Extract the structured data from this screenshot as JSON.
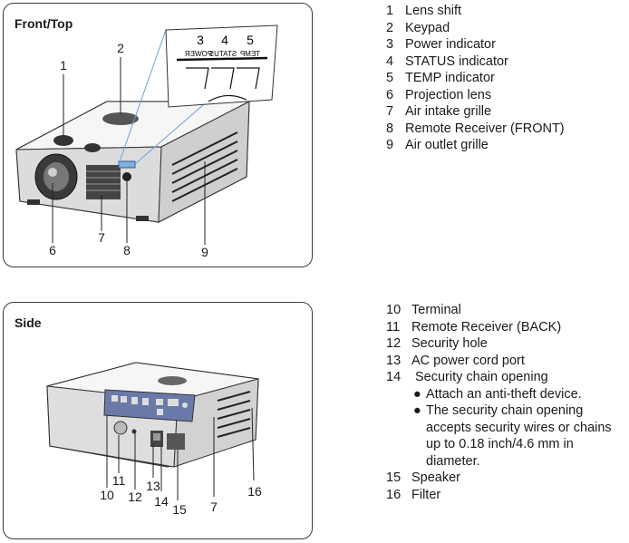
{
  "front": {
    "title": "Front/Top",
    "callouts": [
      "1",
      "2",
      "6",
      "7",
      "8",
      "9"
    ],
    "inset": {
      "numbers": [
        "3",
        "4",
        "5"
      ],
      "labels": [
        "POWER",
        "STATUS",
        "TEMP"
      ]
    },
    "legend": [
      {
        "num": "1",
        "text": "Lens shift"
      },
      {
        "num": "2",
        "text": "Keypad"
      },
      {
        "num": "3",
        "text": "Power indicator"
      },
      {
        "num": "4",
        "text": "STATUS indicator"
      },
      {
        "num": "5",
        "text": "TEMP indicator"
      },
      {
        "num": "6",
        "text": "Projection lens"
      },
      {
        "num": "7",
        "text": "Air intake grille"
      },
      {
        "num": "8",
        "text": "Remote Receiver (FRONT)"
      },
      {
        "num": "9",
        "text": "Air outlet grille"
      }
    ]
  },
  "side": {
    "title": "Side",
    "callouts": [
      "10",
      "11",
      "12",
      "13",
      "14",
      "15",
      "7",
      "16"
    ],
    "legend": [
      {
        "num": "10",
        "text": "Terminal"
      },
      {
        "num": "11",
        "text": "Remote Receiver (BACK)"
      },
      {
        "num": "12",
        "text": "Security hole"
      },
      {
        "num": "13",
        "text": "AC power cord port"
      },
      {
        "num": "14",
        "text": "Security chain opening"
      }
    ],
    "bullets": [
      "Attach an anti-theft device.",
      "The security chain opening accepts  security wires or chains up to 0.18 inch/4.6 mm in diameter."
    ],
    "legend_tail": [
      {
        "num": "15",
        "text": "Speaker"
      },
      {
        "num": "16",
        "text": "Filter"
      }
    ]
  }
}
